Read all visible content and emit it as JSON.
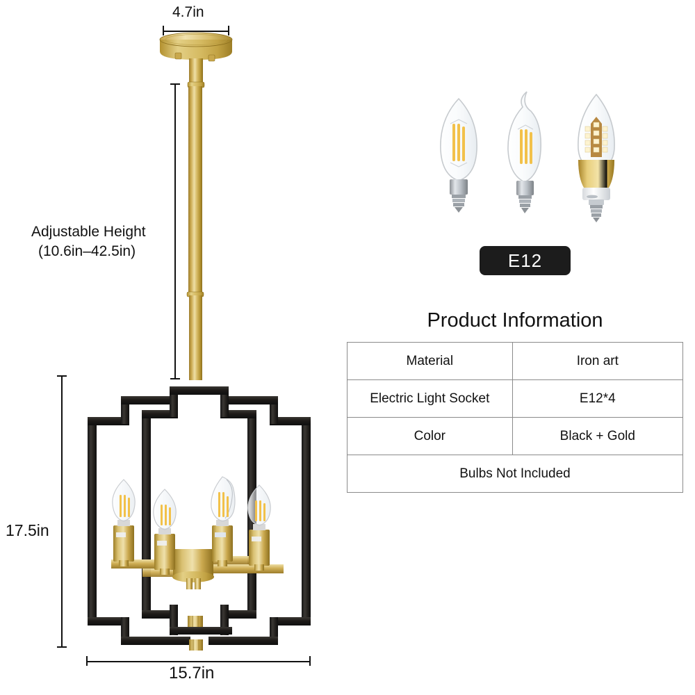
{
  "product_diagram": {
    "dimensions": {
      "canopy_width": "4.7in",
      "fixture_width": "15.7in",
      "fixture_height": "17.5in",
      "adjustable_height_title": "Adjustable Height",
      "adjustable_height_range": "(10.6in–42.5in)"
    },
    "colors": {
      "gold": "#c9a84c",
      "gold_light": "#e8d89a",
      "gold_dark": "#a3822f",
      "black_frame": "#1e1e1e",
      "badge_bg": "#1c1c1c",
      "table_border": "#8a8a8a",
      "filament": "#f2c14a"
    }
  },
  "socket_section": {
    "badge_label": "E12",
    "bulbs": [
      {
        "name": "candle-filament-bulb",
        "style": "straight-tip"
      },
      {
        "name": "flame-tip-filament-bulb",
        "style": "bent-tip"
      },
      {
        "name": "led-gold-candle-bulb",
        "style": "led-corn"
      }
    ]
  },
  "product_information": {
    "title": "Product Information",
    "rows": [
      {
        "key": "Material",
        "value": "Iron art"
      },
      {
        "key": "Electric Light Socket",
        "value": "E12*4"
      },
      {
        "key": "Color",
        "value": "Black + Gold"
      }
    ],
    "footer_note": "Bulbs Not Included"
  }
}
